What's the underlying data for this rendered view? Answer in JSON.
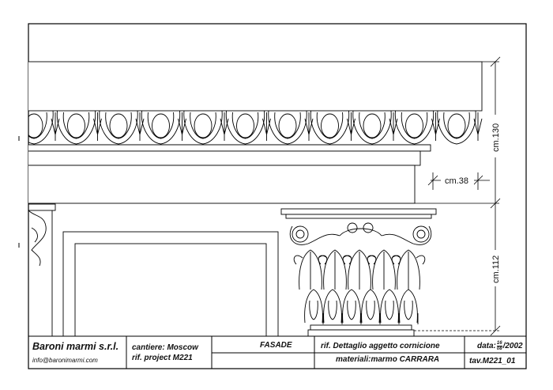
{
  "dimensions": {
    "cornice_height": "cm.130",
    "projection": "cm.38",
    "capital_height": "cm.112"
  },
  "title_block": {
    "company": "Baroni marmi s.r.l.",
    "email": "info@baronimarmi.com",
    "cantiere": "cantiere: Moscow",
    "rif_project": "rif. project M221",
    "section": "FASADE",
    "rif_detail": "rif.  Dettaglio aggetto cornicione",
    "materiali": "materiali:marmo CARRARA",
    "data_label": "data:",
    "data_day": "16",
    "data_month": "08",
    "data_year": "/2002",
    "tav": "tav.M221_01"
  }
}
